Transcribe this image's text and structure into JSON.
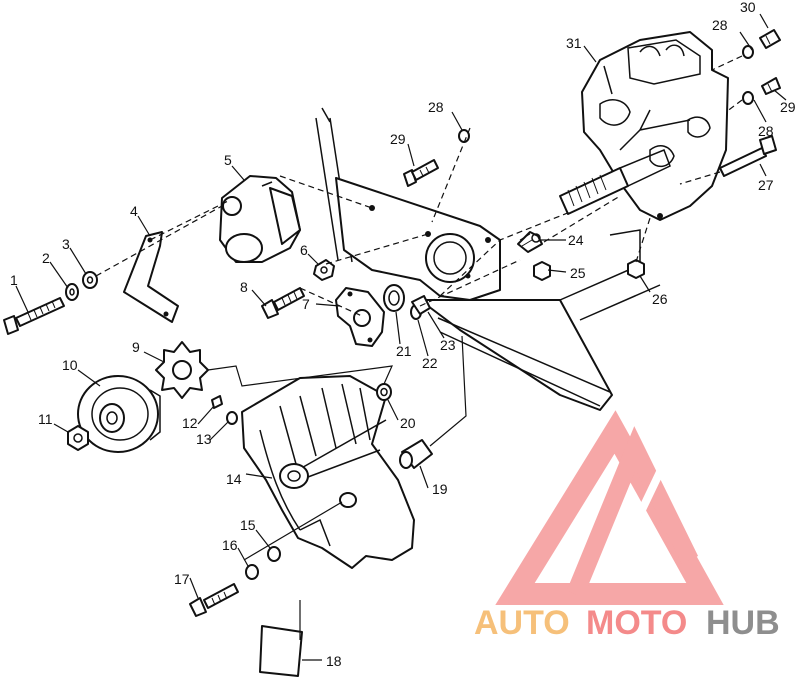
{
  "diagram": {
    "callouts": [
      "1",
      "2",
      "3",
      "4",
      "5",
      "6",
      "7",
      "8",
      "9",
      "10",
      "11",
      "12",
      "13",
      "14",
      "15",
      "16",
      "17",
      "18",
      "19",
      "20",
      "21",
      "22",
      "23",
      "24",
      "25",
      "26",
      "27",
      "28",
      "29",
      "30",
      "31"
    ]
  },
  "watermark": {
    "part1": "AUTO",
    "part2": "MOTO",
    "part3": "HUB",
    "colors": {
      "auto": "#f6c07a",
      "moto": "#f48a8a",
      "hub": "#8e8e8e",
      "logo": "#f48a8a"
    }
  }
}
